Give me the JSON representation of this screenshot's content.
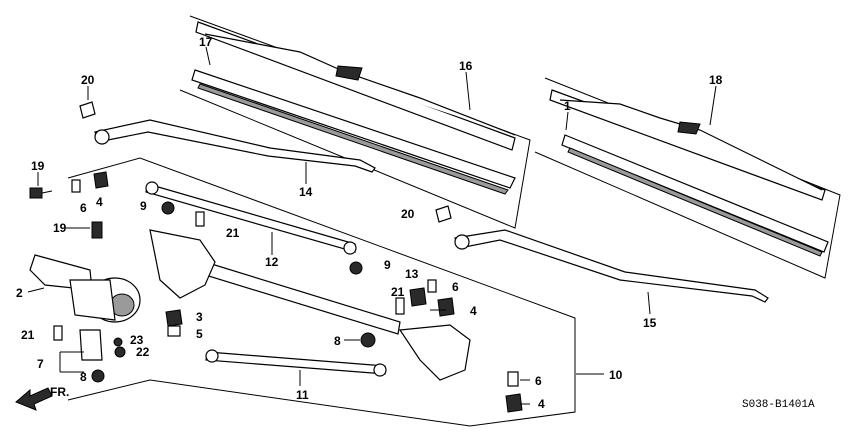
{
  "callouts": [
    "20",
    "17",
    "16",
    "18",
    "1",
    "14",
    "19",
    "6",
    "4",
    "9",
    "21",
    "12",
    "20",
    "19",
    "9",
    "13",
    "2",
    "21",
    "6",
    "4",
    "3",
    "5",
    "15",
    "8",
    "21",
    "23",
    "7",
    "22",
    "8",
    "11",
    "10",
    "6",
    "4"
  ],
  "diagram_code": "S038-B1401A"
}
